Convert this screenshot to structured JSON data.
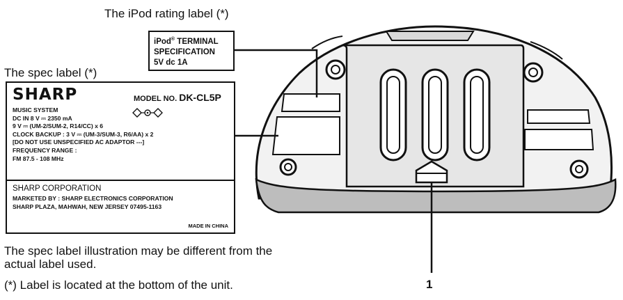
{
  "captions": {
    "ipod_label": "The iPod rating label (*)",
    "spec_label": "The spec label (*)",
    "note_illustration": "The spec label illustration may be different from the actual label used.",
    "note_location": "(*) Label is located at the bottom of the unit.",
    "callout_number": "1"
  },
  "ipod_label": {
    "brand": "iPod",
    "registered": "®",
    "line1_rest": " TERMINAL",
    "line2": "SPECIFICATION",
    "line3": "5V dc 1A"
  },
  "spec_label": {
    "brand": "SHARP",
    "model_prefix": "MODEL NO.",
    "model_value": "DK-CL5P",
    "lines": [
      "MUSIC SYSTEM",
      "DC IN 8 V ⎓ 2350 mA",
      "9 V ⎓ (UM-2/SUM-2, R14/CC) x 6",
      "CLOCK BACKUP : 3 V ⎓ (UM-3/SUM-3, R6/AA) x 2",
      "[DO NOT USE UNSPECIFIED AC ADAPTOR ---]",
      "FREQUENCY RANGE :",
      "FM 87.5 - 108 MHz"
    ],
    "corporation": "SHARP CORPORATION",
    "marketed_by": "MARKETED BY : SHARP ELECTRONICS CORPORATION",
    "address": "SHARP PLAZA, MAHWAH, NEW JERSEY 07495-1163",
    "origin": "MADE IN CHINA"
  }
}
